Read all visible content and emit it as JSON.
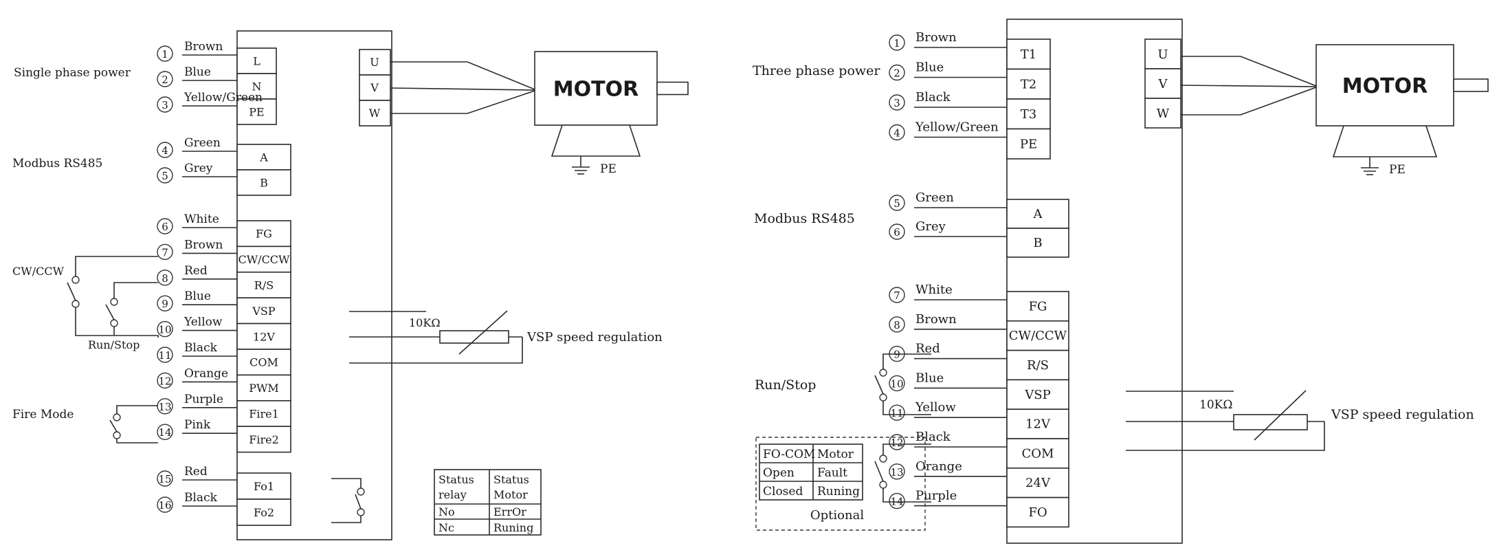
{
  "left": {
    "power_label": "Single phase power",
    "modbus_label": "Modbus RS485",
    "cwccw_label": "CW/CCW",
    "runstop_label": "Run/Stop",
    "firemode_label": "Fire Mode",
    "wires": [
      {
        "num": "1",
        "color": "Brown",
        "term": "L"
      },
      {
        "num": "2",
        "color": "Blue",
        "term": "N"
      },
      {
        "num": "3",
        "color": "Yellow/Green",
        "term": "PE"
      },
      {
        "num": "4",
        "color": "Green",
        "term": "A"
      },
      {
        "num": "5",
        "color": "Grey",
        "term": "B"
      },
      {
        "num": "6",
        "color": "White",
        "term": "FG"
      },
      {
        "num": "7",
        "color": "Brown",
        "term": "CW/CCW"
      },
      {
        "num": "8",
        "color": "Red",
        "term": "R/S"
      },
      {
        "num": "9",
        "color": "Blue",
        "term": "VSP"
      },
      {
        "num": "10",
        "color": "Yellow",
        "term": "12V"
      },
      {
        "num": "11",
        "color": "Black",
        "term": "COM"
      },
      {
        "num": "12",
        "color": "Orange",
        "term": "PWM"
      },
      {
        "num": "13",
        "color": "Purple",
        "term": "Fire1"
      },
      {
        "num": "14",
        "color": "Pink",
        "term": "Fire2"
      },
      {
        "num": "15",
        "color": "Red",
        "term": "Fo1"
      },
      {
        "num": "16",
        "color": "Black",
        "term": "Fo2"
      }
    ],
    "outputs": [
      "U",
      "V",
      "W"
    ],
    "motor": "MOTOR",
    "pe": "PE",
    "resistor": "10KΩ",
    "vsp_label": "VSP speed regulation",
    "status_table": [
      [
        "Status",
        "Status"
      ],
      [
        "relay",
        "Motor"
      ],
      [
        "No",
        "ErrOr"
      ],
      [
        "Nc",
        "Runing"
      ]
    ]
  },
  "right": {
    "power_label": "Three phase power",
    "modbus_label": "Modbus RS485",
    "runstop_label": "Run/Stop",
    "wires": [
      {
        "num": "1",
        "color": "Brown",
        "term": "T1"
      },
      {
        "num": "2",
        "color": "Blue",
        "term": "T2"
      },
      {
        "num": "3",
        "color": "Black",
        "term": "T3"
      },
      {
        "num": "4",
        "color": "Yellow/Green",
        "term": "PE"
      },
      {
        "num": "5",
        "color": "Green",
        "term": "A"
      },
      {
        "num": "6",
        "color": "Grey",
        "term": "B"
      },
      {
        "num": "7",
        "color": "White",
        "term": "FG"
      },
      {
        "num": "8",
        "color": "Brown",
        "term": "CW/CCW"
      },
      {
        "num": "9",
        "color": "Red",
        "term": "R/S"
      },
      {
        "num": "10",
        "color": "Blue",
        "term": "VSP"
      },
      {
        "num": "11",
        "color": "Yellow",
        "term": "12V"
      },
      {
        "num": "12",
        "color": "Black",
        "term": "COM"
      },
      {
        "num": "13",
        "color": "Orange",
        "term": "24V"
      },
      {
        "num": "14",
        "color": "Purple",
        "term": "FO"
      }
    ],
    "outputs": [
      "U",
      "V",
      "W"
    ],
    "motor": "MOTOR",
    "pe": "PE",
    "resistor": "10KΩ",
    "vsp_label": "VSP speed regulation",
    "optional_table": [
      [
        "FO-COM",
        "Motor"
      ],
      [
        "Open",
        "Fault"
      ],
      [
        "Closed",
        "Runing"
      ]
    ],
    "optional_label": "Optional"
  }
}
